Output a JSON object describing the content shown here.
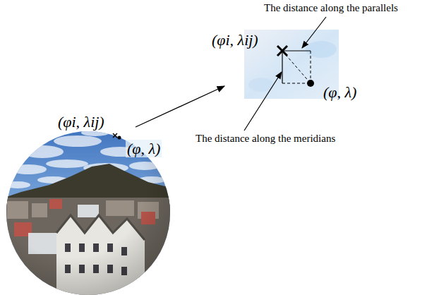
{
  "diagram": {
    "labels": [
      "The distance along the parallels",
      "(φi, λij)",
      "(φ, λ)",
      "The distance along the meridians",
      "(φi, λij)",
      "(φ, λ)"
    ]
  }
}
